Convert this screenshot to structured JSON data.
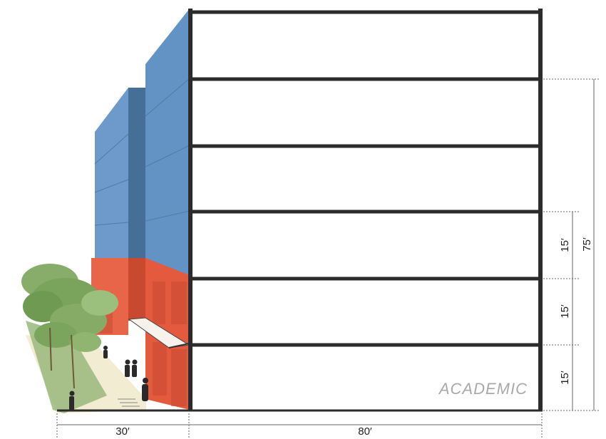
{
  "program_label": "ACADEMIC",
  "dimensions": {
    "sidewalk_width": "30′",
    "building_depth": "80′",
    "floor_height_1": "15′",
    "floor_height_2": "15′",
    "floor_height_3": "15′",
    "podium_height": "75′"
  },
  "colors": {
    "structure": "#2b2b2b",
    "facade_upper": "#5f8fc2",
    "facade_upper_shadow": "#3f6a93",
    "facade_lower": "#e35a3f",
    "facade_lower_shadow": "#b8412b",
    "tree_foliage": "#7aa35c",
    "sidewalk": "#f2ecd2",
    "dimension_line": "#555555"
  }
}
